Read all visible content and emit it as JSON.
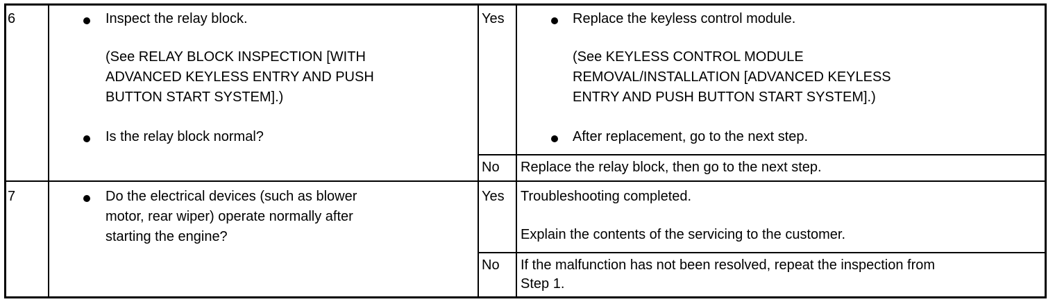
{
  "rows": [
    {
      "step": "6",
      "action": {
        "item1": "Inspect the relay block.",
        "ref_lines": [
          "(See RELAY BLOCK INSPECTION [WITH",
          "ADVANCED KEYLESS ENTRY AND PUSH",
          "BUTTON START SYSTEM].)"
        ],
        "item2": "Is the relay block normal?"
      },
      "yes_label": "Yes",
      "yes_item1": "Replace the keyless control module.",
      "yes_ref_lines": [
        "(See KEYLESS CONTROL MODULE",
        "REMOVAL/INSTALLATION [ADVANCED KEYLESS",
        "ENTRY AND PUSH BUTTON START SYSTEM].)"
      ],
      "yes_item2": "After replacement, go to the next step.",
      "no_label": "No",
      "no_text": "Replace the relay block, then go to the next step."
    },
    {
      "step": "7",
      "action": {
        "lines": [
          "Do the electrical devices (such as blower",
          "motor, rear wiper) operate normally after",
          "starting the engine?"
        ]
      },
      "yes_label": "Yes",
      "yes_text1": "Troubleshooting completed.",
      "yes_text2": "Explain the contents of the servicing to the customer.",
      "no_label": "No",
      "no_lines": [
        "If the malfunction has not been resolved, repeat the inspection from",
        "Step 1."
      ]
    }
  ]
}
